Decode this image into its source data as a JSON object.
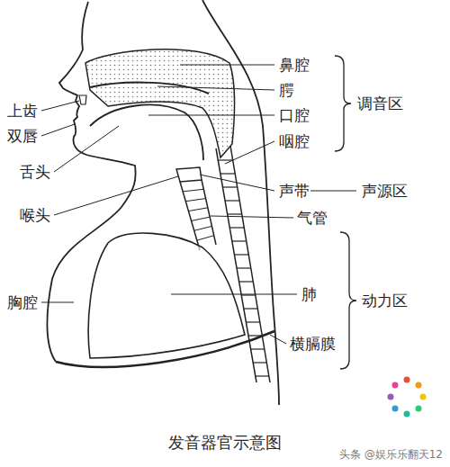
{
  "diagram": {
    "caption": "发音器官示意图",
    "labels": [
      "鼻腔",
      "腭",
      "上齿",
      "口腔",
      "调音区",
      "双唇",
      "咽腔",
      "舌头",
      "声带",
      "声源区",
      "喉头",
      "气管",
      "胸腔",
      "肺",
      "动力区",
      "横膈膜",
      "头条 @娱乐乐翻天12"
    ]
  }
}
